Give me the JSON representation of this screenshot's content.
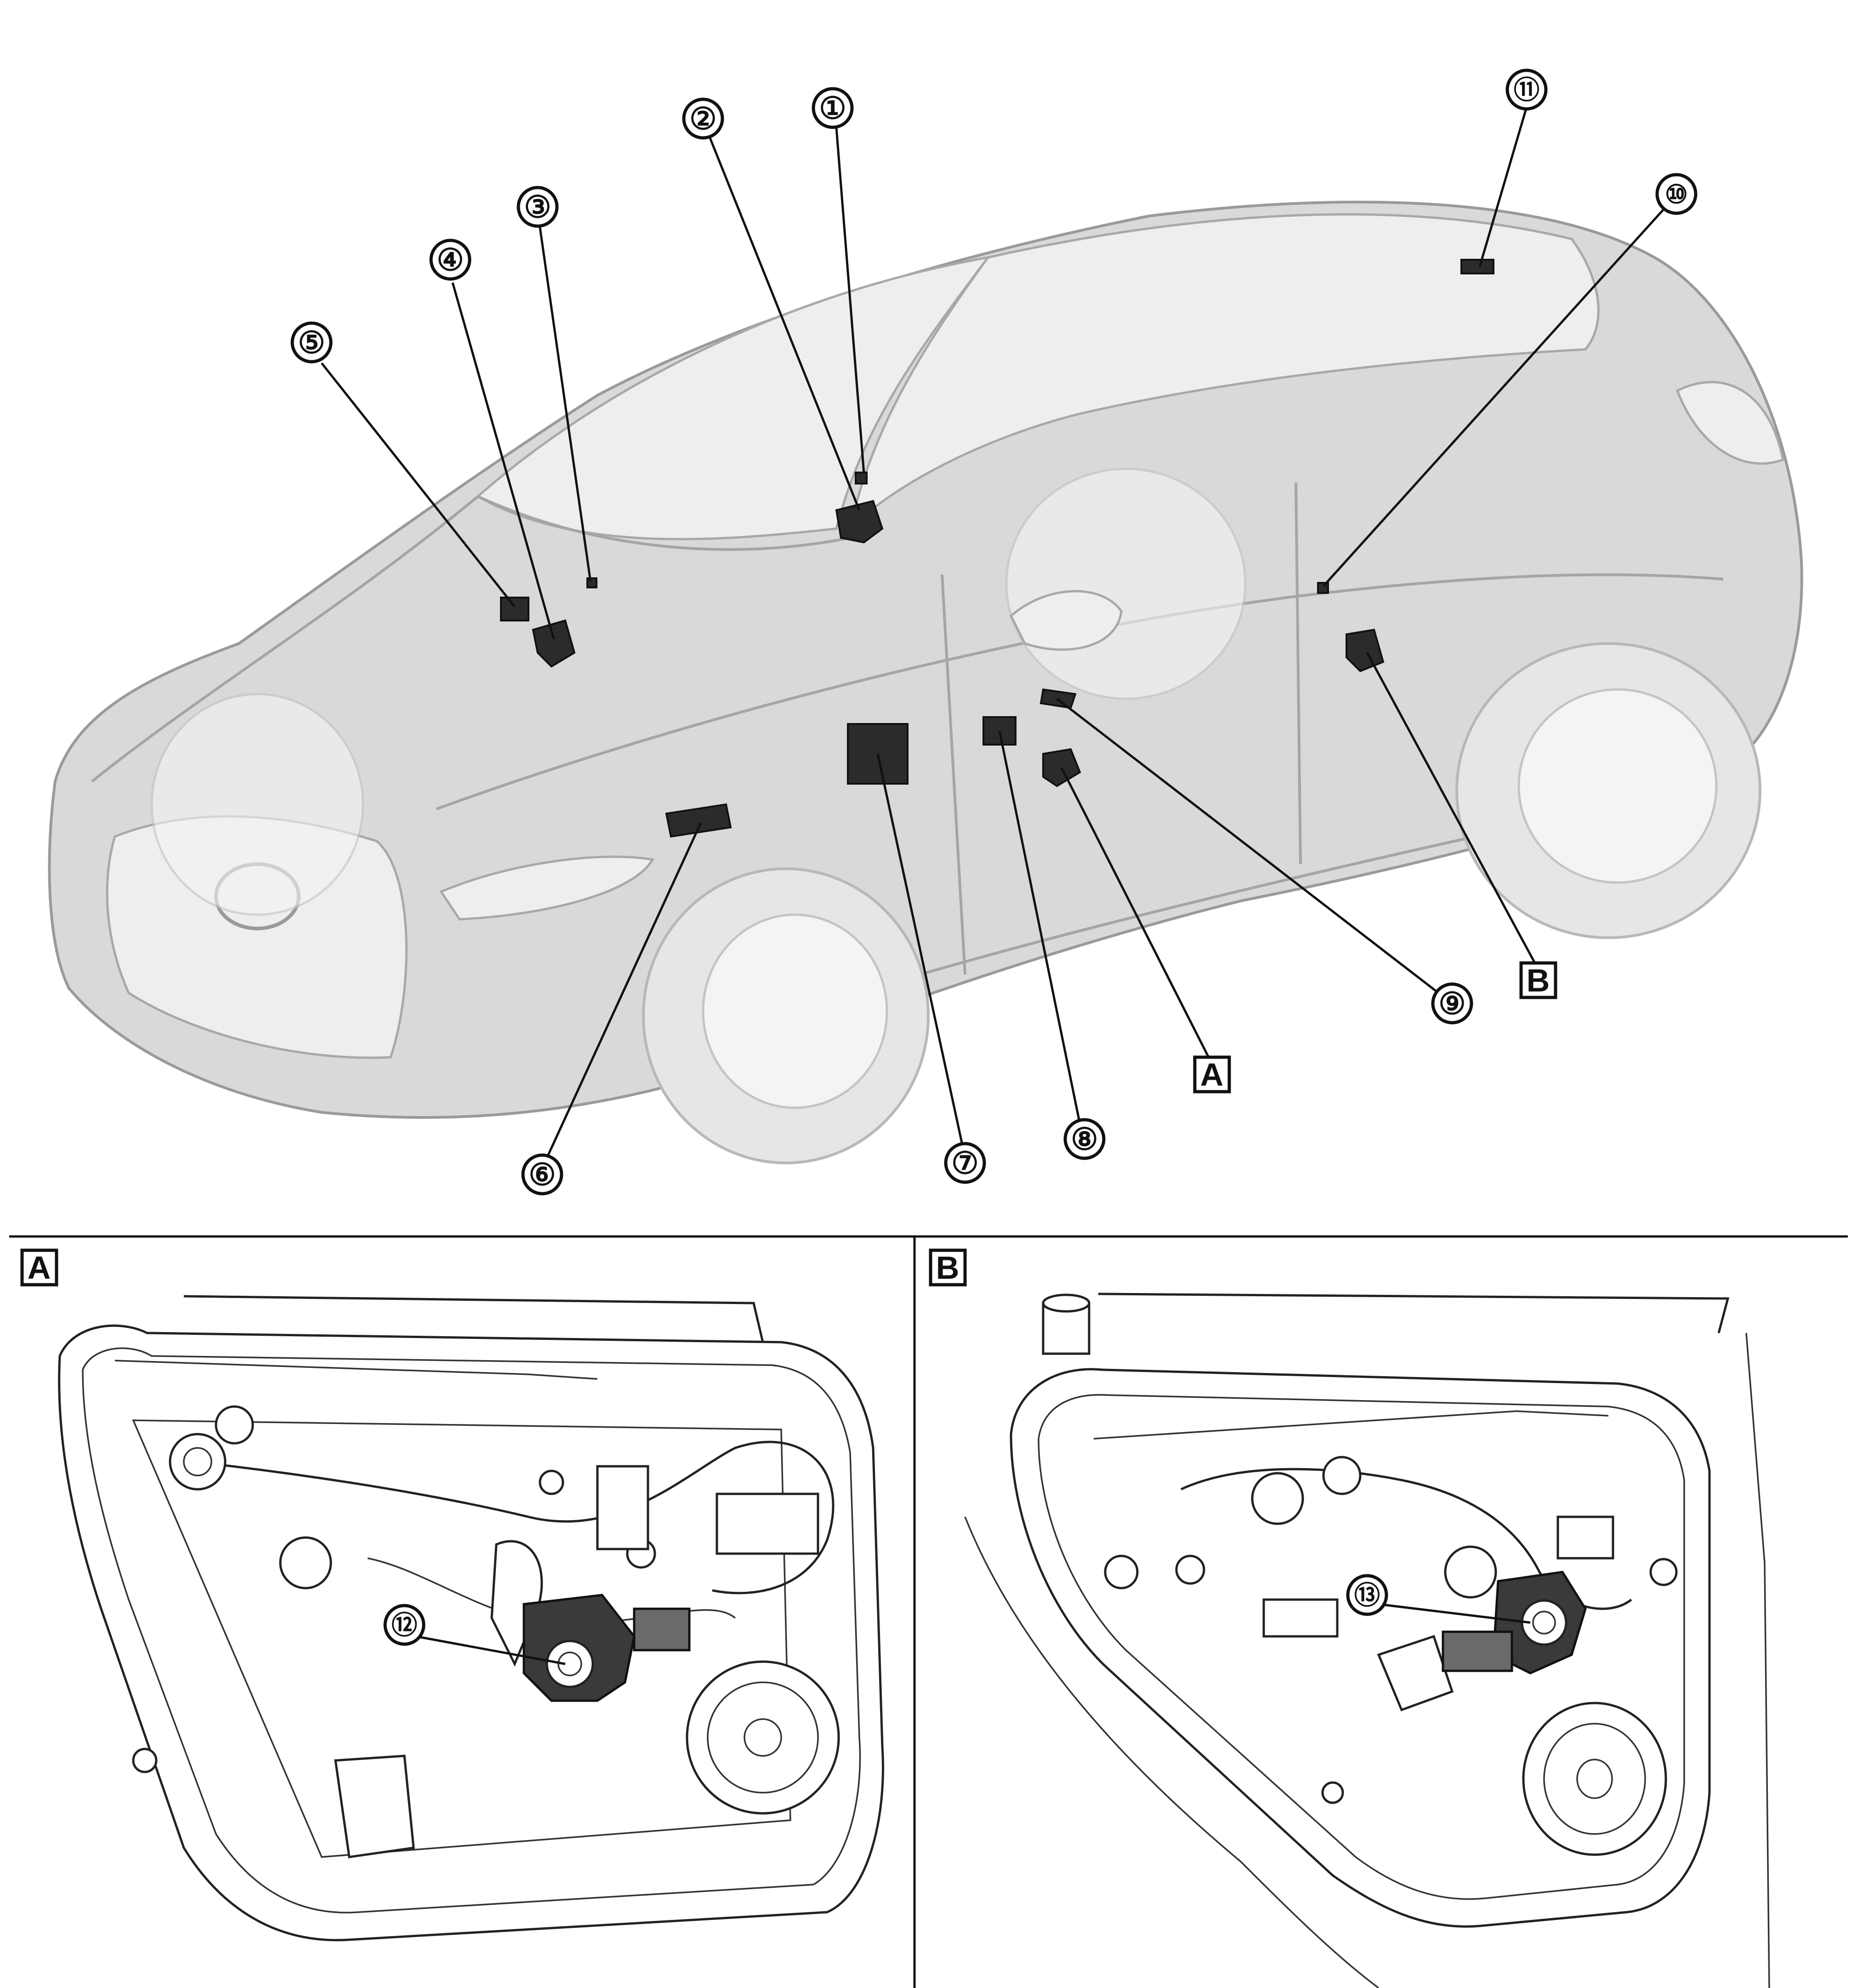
{
  "callouts": {
    "c1": "①",
    "c2": "②",
    "c3": "③",
    "c4": "④",
    "c5": "⑤",
    "c6": "⑥",
    "c7": "⑦",
    "c8": "⑧",
    "c9": "⑨",
    "c10": "⑩",
    "c11": "⑪",
    "c12": "⑫",
    "c13": "⑬"
  },
  "view_labels": {
    "a": "A",
    "b": "B"
  },
  "panels": {
    "a_title": "A",
    "b_title": "B"
  }
}
